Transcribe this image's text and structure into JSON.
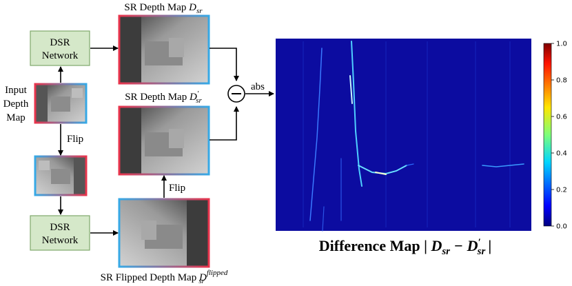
{
  "labels": {
    "sr_depth_map": "SR Depth Map",
    "sr_depth_map_prime": "SR Depth Map",
    "sr_flipped_depth_map": "SR Flipped Depth Map",
    "input_depth_map_line1": "Input",
    "input_depth_map_line2": "Depth",
    "input_depth_map_line3": "Map",
    "flip": "Flip",
    "flip_2": "Flip",
    "abs": "abs",
    "minus_symbol": "−"
  },
  "math": {
    "d_sr_base": "D",
    "d_sr_sub": "sr",
    "d_sr_prime_base": "D",
    "d_sr_prime_prime": "′",
    "d_sr_prime_sub": "sr",
    "d_flipped_base": "D",
    "d_flipped_sup": "flipped",
    "d_flipped_sub": "sr"
  },
  "network_boxes": {
    "top_line1": "DSR",
    "top_line2": "Network",
    "bottom_line1": "DSR",
    "bottom_line2": "Network"
  },
  "difference_map": {
    "title_prefix": "Difference Map |",
    "title_term1": "D",
    "title_term1_sub": "sr",
    "title_minus": "−",
    "title_term2": "D",
    "title_term2_prime": "′",
    "title_term2_sub": "sr",
    "title_suffix": "|"
  },
  "colorbar": {
    "ticks": [
      "1.0",
      "0.8",
      "0.6",
      "0.4",
      "0.2",
      "0.0"
    ],
    "min": 0.0,
    "max": 1.0
  },
  "colors": {
    "network_fill": "#d5e8c9",
    "network_stroke": "#7fa86b",
    "frame_red": "#e8344c",
    "frame_blue": "#36a9e6",
    "heatmap_bg": "#0c0ca0",
    "arrow": "#000000"
  }
}
